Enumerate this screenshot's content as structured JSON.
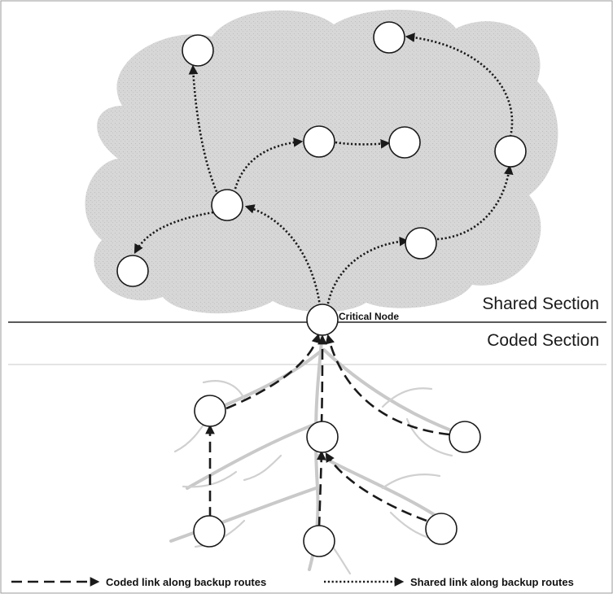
{
  "sections": {
    "shared": "Shared Section",
    "coded": "Coded Section"
  },
  "critical_node_label": "Critical Node",
  "legend": {
    "coded": "Coded link along backup routes",
    "shared": "Shared link along backup routes"
  },
  "colors": {
    "cloud": "#dcdcdc",
    "root": "#c9c9c9",
    "line": "#1a1a1a",
    "node_fill": "#ffffff"
  }
}
